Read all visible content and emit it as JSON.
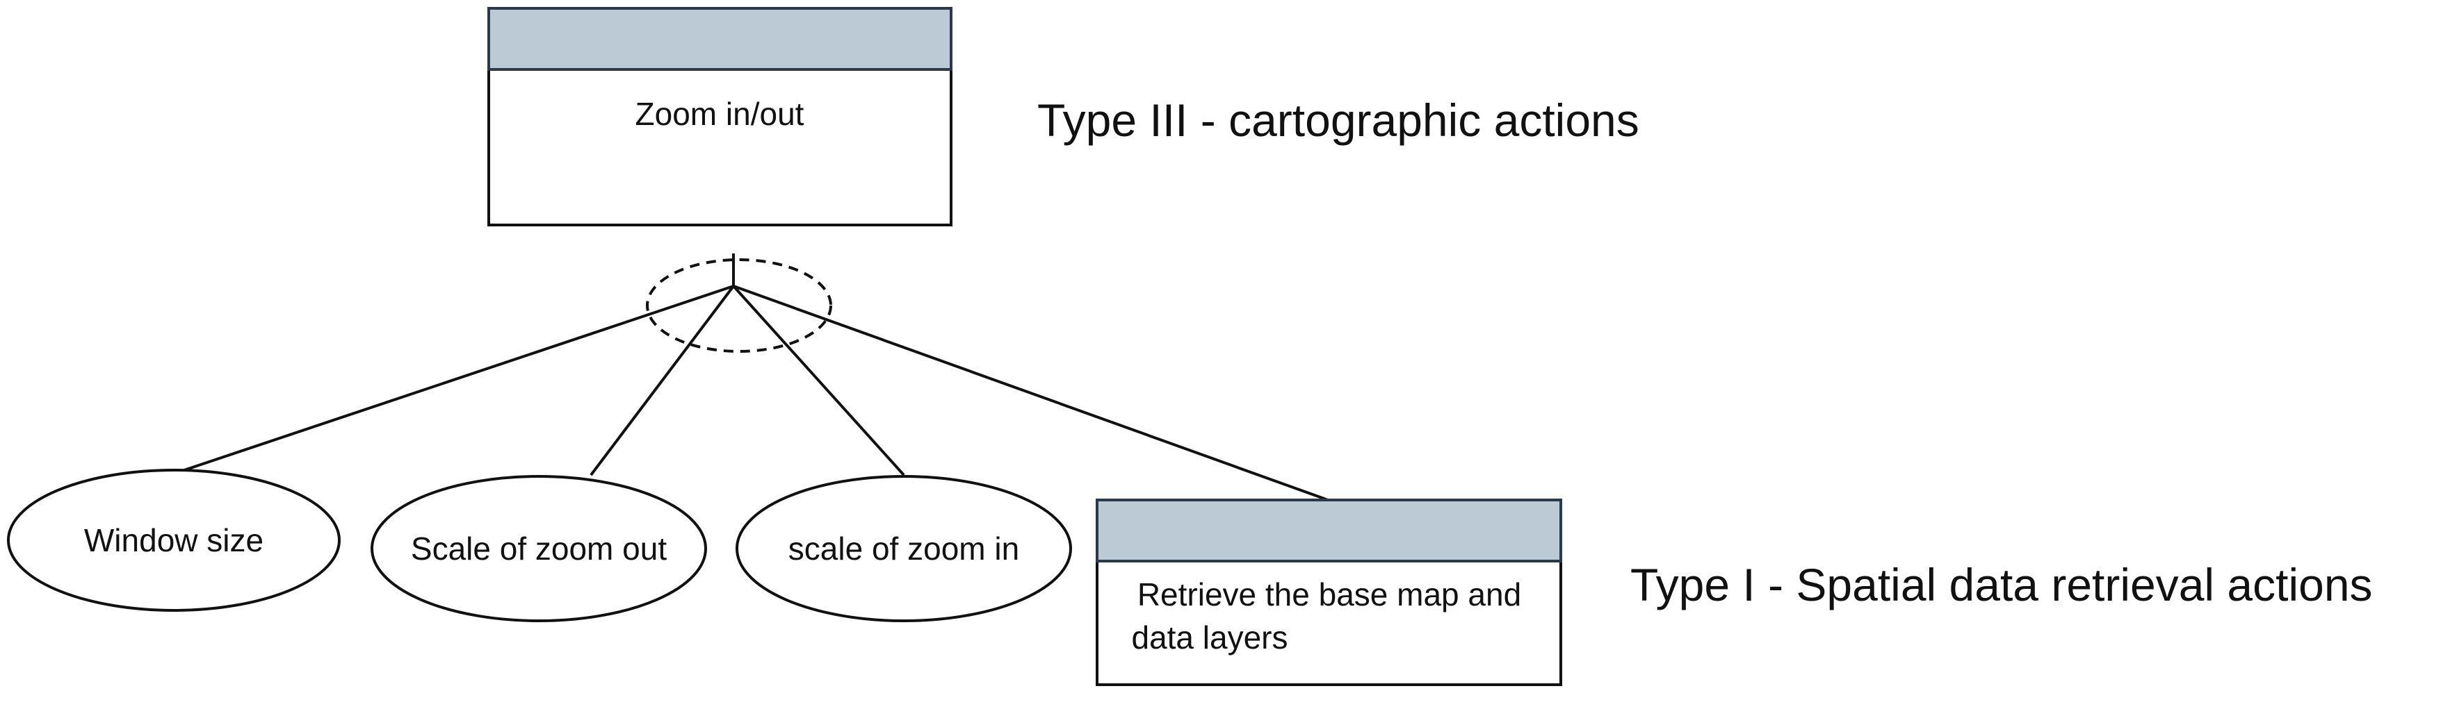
{
  "root": {
    "label": "Zoom in/out"
  },
  "type_labels": {
    "top": "Type III -  cartographic actions",
    "bottom": "Type I -  Spatial data retrieval actions"
  },
  "leaves": [
    {
      "label": "Window size"
    },
    {
      "label": "Scale of zoom out"
    },
    {
      "label": "scale of zoom in"
    }
  ],
  "retrieval_box": {
    "line1": "Retrieve the base map and",
    "line2": "data layers"
  },
  "colors": {
    "box_header": "#bccad6",
    "stroke": "#111111"
  }
}
